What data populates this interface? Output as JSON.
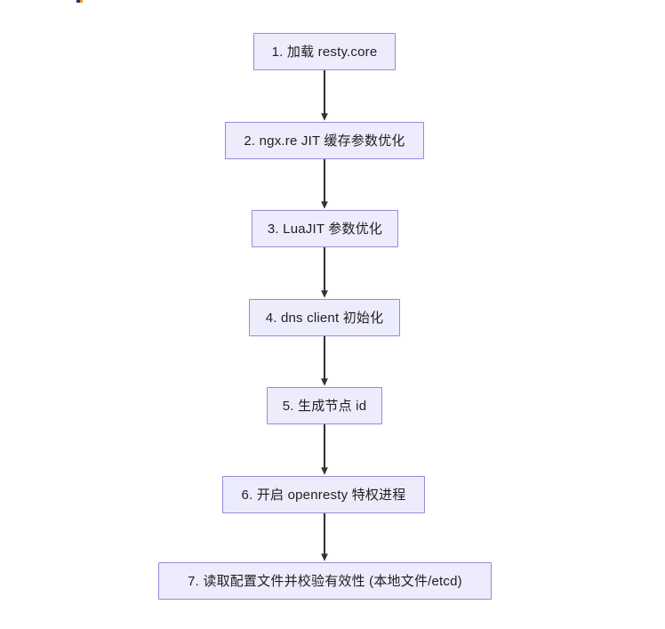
{
  "diagram": {
    "type": "flowchart",
    "orientation": "top-to-bottom",
    "background_color": "#ffffff",
    "node_fill_color": "#ececfd",
    "node_border_color": "#9e86da",
    "node_text_color": "#1f1f1f",
    "connector_color": "#333333",
    "nodes": [
      {
        "id": "node-1",
        "label": "1. 加载 resty.core"
      },
      {
        "id": "node-2",
        "label": "2. ngx.re JIT 缓存参数优化"
      },
      {
        "id": "node-3",
        "label": "3. LuaJIT 参数优化"
      },
      {
        "id": "node-4",
        "label": "4. dns client 初始化"
      },
      {
        "id": "node-5",
        "label": "5. 生成节点 id"
      },
      {
        "id": "node-6",
        "label": "6. 开启 openresty 特权进程"
      },
      {
        "id": "node-7",
        "label": "7. 读取配置文件并校验有效性 (本地文件/etcd)"
      }
    ],
    "edges": [
      {
        "id": "edge-1-2",
        "from": "node-1",
        "to": "node-2",
        "arrowhead": "solid-triangle"
      },
      {
        "id": "edge-2-3",
        "from": "node-2",
        "to": "node-3",
        "arrowhead": "solid-triangle"
      },
      {
        "id": "edge-3-4",
        "from": "node-3",
        "to": "node-4",
        "arrowhead": "solid-triangle"
      },
      {
        "id": "edge-4-5",
        "from": "node-4",
        "to": "node-5",
        "arrowhead": "solid-triangle"
      },
      {
        "id": "edge-5-6",
        "from": "node-5",
        "to": "node-6",
        "arrowhead": "solid-triangle"
      },
      {
        "id": "edge-6-7",
        "from": "node-6",
        "to": "node-7",
        "arrowhead": "solid-triangle"
      }
    ]
  }
}
